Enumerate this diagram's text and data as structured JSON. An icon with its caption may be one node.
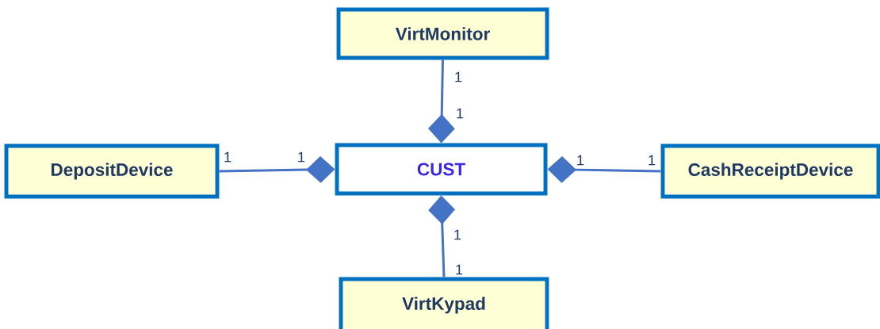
{
  "diagram": {
    "nodes": [
      {
        "text": [
          "VirtMonitor"
        ]
      },
      {
        "text": [
          "DepositDevice"
        ]
      },
      {
        "text": [
          "CUST"
        ]
      },
      {
        "text": [
          "CashReceiptDevice"
        ]
      },
      {
        "text": [
          "VirtKypad"
        ]
      }
    ],
    "edges": [
      {
        "from": 0,
        "to": 2,
        "arrow": "other"
      },
      {
        "from": 1,
        "to": 2,
        "arrow": "other"
      },
      {
        "from": 3,
        "to": 2,
        "arrow": "other"
      },
      {
        "from": 4,
        "to": 2,
        "arrow": "other"
      }
    ],
    "labels": [
      "1",
      "1",
      "1",
      "1",
      "1",
      "1",
      "1",
      "1"
    ]
  }
}
